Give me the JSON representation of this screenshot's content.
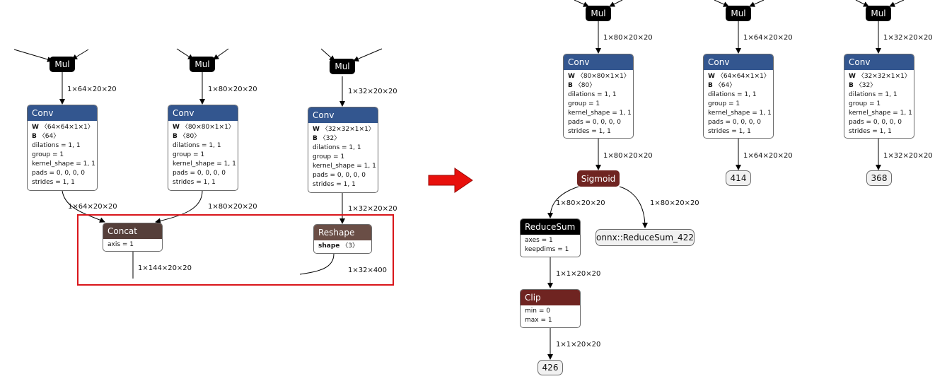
{
  "left": {
    "mul_labels": [
      "Mul",
      "Mul",
      "Mul"
    ],
    "convs": [
      {
        "title": "Conv",
        "w": "〈64×64×1×1〉",
        "b": "〈64〉",
        "dilations": "dilations = 1, 1",
        "group": "group = 1",
        "kernel": "kernel_shape = 1, 1",
        "pads": "pads = 0, 0, 0, 0",
        "strides": "strides = 1, 1"
      },
      {
        "title": "Conv",
        "w": "〈80×80×1×1〉",
        "b": "〈80〉",
        "dilations": "dilations = 1, 1",
        "group": "group = 1",
        "kernel": "kernel_shape = 1, 1",
        "pads": "pads = 0, 0, 0, 0",
        "strides": "strides = 1, 1"
      },
      {
        "title": "Conv",
        "w": "〈32×32×1×1〉",
        "b": "〈32〉",
        "dilations": "dilations = 1, 1",
        "group": "group = 1",
        "kernel": "kernel_shape = 1, 1",
        "pads": "pads = 0, 0, 0, 0",
        "strides": "strides = 1, 1"
      }
    ],
    "edge_labels": [
      "1×64×20×20",
      "1×80×20×20",
      "1×32×20×20",
      "1×64×20×20",
      "1×80×20×20",
      "1×32×20×20",
      "1×144×20×20",
      "1×32×400"
    ],
    "concat": {
      "title": "Concat",
      "axis": "axis = 1"
    },
    "reshape": {
      "title": "Reshape",
      "shape_key": "shape",
      "shape_val": "〈3〉"
    }
  },
  "right": {
    "mul_labels": [
      "Mul",
      "Mul",
      "Mul"
    ],
    "convs": [
      {
        "title": "Conv",
        "w": "〈80×80×1×1〉",
        "b": "〈80〉",
        "dilations": "dilations = 1, 1",
        "group": "group = 1",
        "kernel": "kernel_shape = 1, 1",
        "pads": "pads = 0, 0, 0, 0",
        "strides": "strides = 1, 1"
      },
      {
        "title": "Conv",
        "w": "〈64×64×1×1〉",
        "b": "〈64〉",
        "dilations": "dilations = 1, 1",
        "group": "group = 1",
        "kernel": "kernel_shape = 1, 1",
        "pads": "pads = 0, 0, 0, 0",
        "strides": "strides = 1, 1"
      },
      {
        "title": "Conv",
        "w": "〈32×32×1×1〉",
        "b": "〈32〉",
        "dilations": "dilations = 1, 1",
        "group": "group = 1",
        "kernel": "kernel_shape = 1, 1",
        "pads": "pads = 0, 0, 0, 0",
        "strides": "strides = 1, 1"
      }
    ],
    "edge_labels": [
      "1×80×20×20",
      "1×64×20×20",
      "1×32×20×20",
      "1×80×20×20",
      "1×64×20×20",
      "1×32×20×20",
      "1×80×20×20",
      "1×80×20×20",
      "1×1×20×20",
      "1×1×20×20"
    ],
    "sigmoid": "Sigmoid",
    "outputs": [
      "414",
      "368",
      "426"
    ],
    "onnx_output": "onnx::ReduceSum_422",
    "reducesum": {
      "title": "ReduceSum",
      "axes": "axes = 1",
      "keepdims": "keepdims = 1"
    },
    "clip": {
      "title": "Clip",
      "min": "min = 0",
      "max": "max = 1"
    }
  },
  "colors": {
    "conv_header": "#33568f",
    "concat_header": "#553f3a",
    "reshape_header": "#6a4e46",
    "sigmoid": "#6f2421",
    "highlight_box": "#d9161b",
    "arrow": "#e8100c"
  },
  "icons": {
    "transform_arrow": "right-arrow-icon"
  }
}
